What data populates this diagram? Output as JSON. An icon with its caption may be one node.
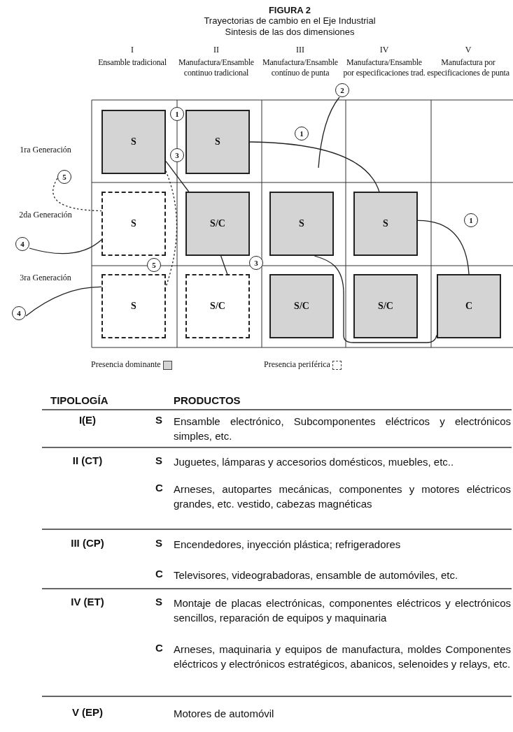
{
  "diagram": {
    "title": "FIGURA 2",
    "nodes": [
      {
        "text": [
          "2"
        ]
      },
      {
        "text": [
          "S"
        ]
      },
      {
        "text": [
          "1"
        ]
      },
      {
        "text": [
          "S"
        ]
      },
      {
        "text": [
          "1"
        ]
      },
      {
        "text": [
          "3"
        ]
      },
      {
        "text": [
          "5"
        ]
      },
      {
        "text": [
          "S"
        ]
      },
      {
        "text": [
          "S/C"
        ]
      },
      {
        "text": [
          "S"
        ]
      },
      {
        "text": [
          "S"
        ]
      },
      {
        "text": [
          "1"
        ]
      },
      {
        "text": [
          "4"
        ]
      },
      {
        "text": [
          "3"
        ]
      },
      {
        "text": [
          "5"
        ]
      },
      {
        "text": [
          "4"
        ]
      },
      {
        "text": [
          "S"
        ]
      },
      {
        "text": [
          "S/C"
        ]
      },
      {
        "text": [
          "S/C"
        ]
      },
      {
        "text": [
          "S/C"
        ]
      },
      {
        "text": [
          "C"
        ]
      }
    ],
    "edges": [
      {
        "from": 1,
        "to": 8,
        "arrow": "none"
      },
      {
        "from": 3,
        "to": 10,
        "arrow": "none"
      },
      {
        "from": 0,
        "to": null,
        "arrow": "none"
      },
      {
        "from": 6,
        "to": 7,
        "arrow": "none",
        "style": "dashed"
      },
      {
        "from": 1,
        "to": 16,
        "arrow": "none",
        "style": "dashed"
      },
      {
        "from": 12,
        "to": 7,
        "arrow": "none"
      },
      {
        "from": 15,
        "to": 16,
        "arrow": "none"
      },
      {
        "from": 8,
        "to": 17,
        "arrow": "none"
      },
      {
        "from": 10,
        "to": 20,
        "arrow": "none"
      },
      {
        "from": 9,
        "to": 20,
        "arrow": "none"
      }
    ],
    "labels": [
      "Trayectorias de cambio en el Eje Industrial",
      "Sintesis de las dos dimensiones",
      "I",
      "Ensamble tradicional",
      "II",
      "Manufactura/Ensamble continuo tradicional",
      "III",
      "Manufactura/Ensamble contínuo de punta",
      "IV",
      "Manufactura/Ensamble por especificaciones trad.",
      "V",
      "Manufactura por especificaciones de punta",
      "1ra Generación",
      "2da Generación",
      "3ra Generación",
      "TIPOLOGÍA",
      "PRODUCTOS",
      "I(E)",
      "S",
      "Ensamble electrónico, Subcomponentes eléctricos y electrónicos simples, etc.",
      "II (CT)",
      "S",
      "Juguetes, lámparas y accesorios domésticos, muebles, etc..",
      "C",
      "Arneses, autopartes mecánicas, componentes y motores eléctricos grandes, etc. vestido, cabezas magnéticas",
      "III (CP)",
      "S",
      "Encendedores, inyección plástica; refrigeradores",
      "C",
      "Televisores, videograbadoras, ensamble de automóviles, etc.",
      "IV (ET)",
      "S",
      "Montaje de placas electrónicas, componentes eléctricos y electrónicos sencillos, reparación de equipos y maquinaria",
      "C",
      "Arneses, maquinaria y equipos de manufactura, moldes Componentes eléctricos y electrónicos estratégicos, abanicos, selenoides y relays, etc.",
      "V (EP)",
      "Motores de automóvil"
    ],
    "legend": [
      {
        "text": "Presencia dominante",
        "color": "#d4d4d4"
      },
      {
        "text": "Presencia periférica"
      }
    ]
  }
}
